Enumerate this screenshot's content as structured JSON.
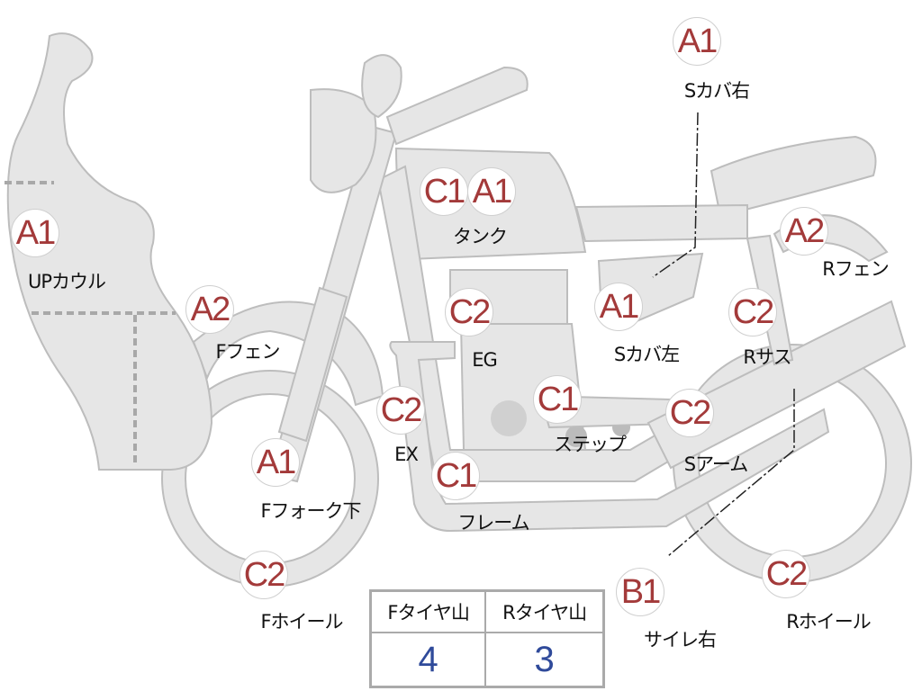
{
  "parts": [
    {
      "grade": "A1",
      "name": "Sカバ右"
    },
    {
      "grade": "C1",
      "grade2": "A1",
      "name": "タンク"
    },
    {
      "grade": "A1",
      "name": "UPカウル"
    },
    {
      "grade": "A2",
      "name": "Fフェン"
    },
    {
      "grade": "C2",
      "name": "EG"
    },
    {
      "grade": "A1",
      "name": "Sカバ左"
    },
    {
      "grade": "A2",
      "name": "Rフェン"
    },
    {
      "grade": "C2",
      "name": "Rサス"
    },
    {
      "grade": "C2",
      "name": "EX"
    },
    {
      "grade": "C1",
      "name": "ステップ"
    },
    {
      "grade": "C2",
      "name": "Sアーム"
    },
    {
      "grade": "A1",
      "name": "Fフォーク下"
    },
    {
      "grade": "C1",
      "name": "フレーム"
    },
    {
      "grade": "C2",
      "name": "Fホイール"
    },
    {
      "grade": "B1",
      "name": "サイレ右"
    },
    {
      "grade": "C2",
      "name": "Rホイール"
    }
  ],
  "tires": {
    "front_label": "Fタイヤ山",
    "front_value": "4",
    "rear_label": "Rタイヤ山",
    "rear_value": "3"
  },
  "colors": {
    "grade": "#a33a3a",
    "value": "#2f4a9a",
    "part_fill": "#e6e6e6",
    "part_stroke": "#bdbdbd"
  }
}
